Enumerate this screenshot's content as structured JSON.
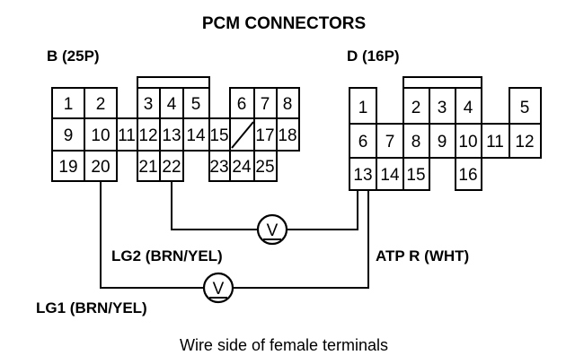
{
  "title": "PCM CONNECTORS",
  "connector_b": {
    "label": "B (25P)",
    "pins": [
      "1",
      "2",
      "3",
      "4",
      "5",
      "6",
      "7",
      "8",
      "9",
      "10",
      "11",
      "12",
      "13",
      "14",
      "15",
      "17",
      "18",
      "19",
      "20",
      "21",
      "22",
      "23",
      "24",
      "25"
    ]
  },
  "connector_d": {
    "label": "D (16P)",
    "pins": [
      "1",
      "2",
      "3",
      "4",
      "5",
      "6",
      "7",
      "8",
      "9",
      "10",
      "11",
      "12",
      "13",
      "14",
      "15",
      "16"
    ]
  },
  "wires": {
    "lg2": "LG2 (BRN/YEL)",
    "atp": "ATP R (WHT)",
    "lg1": "LG1 (BRN/YEL)"
  },
  "meter_symbol": "V",
  "caption": "Wire side of female terminals"
}
